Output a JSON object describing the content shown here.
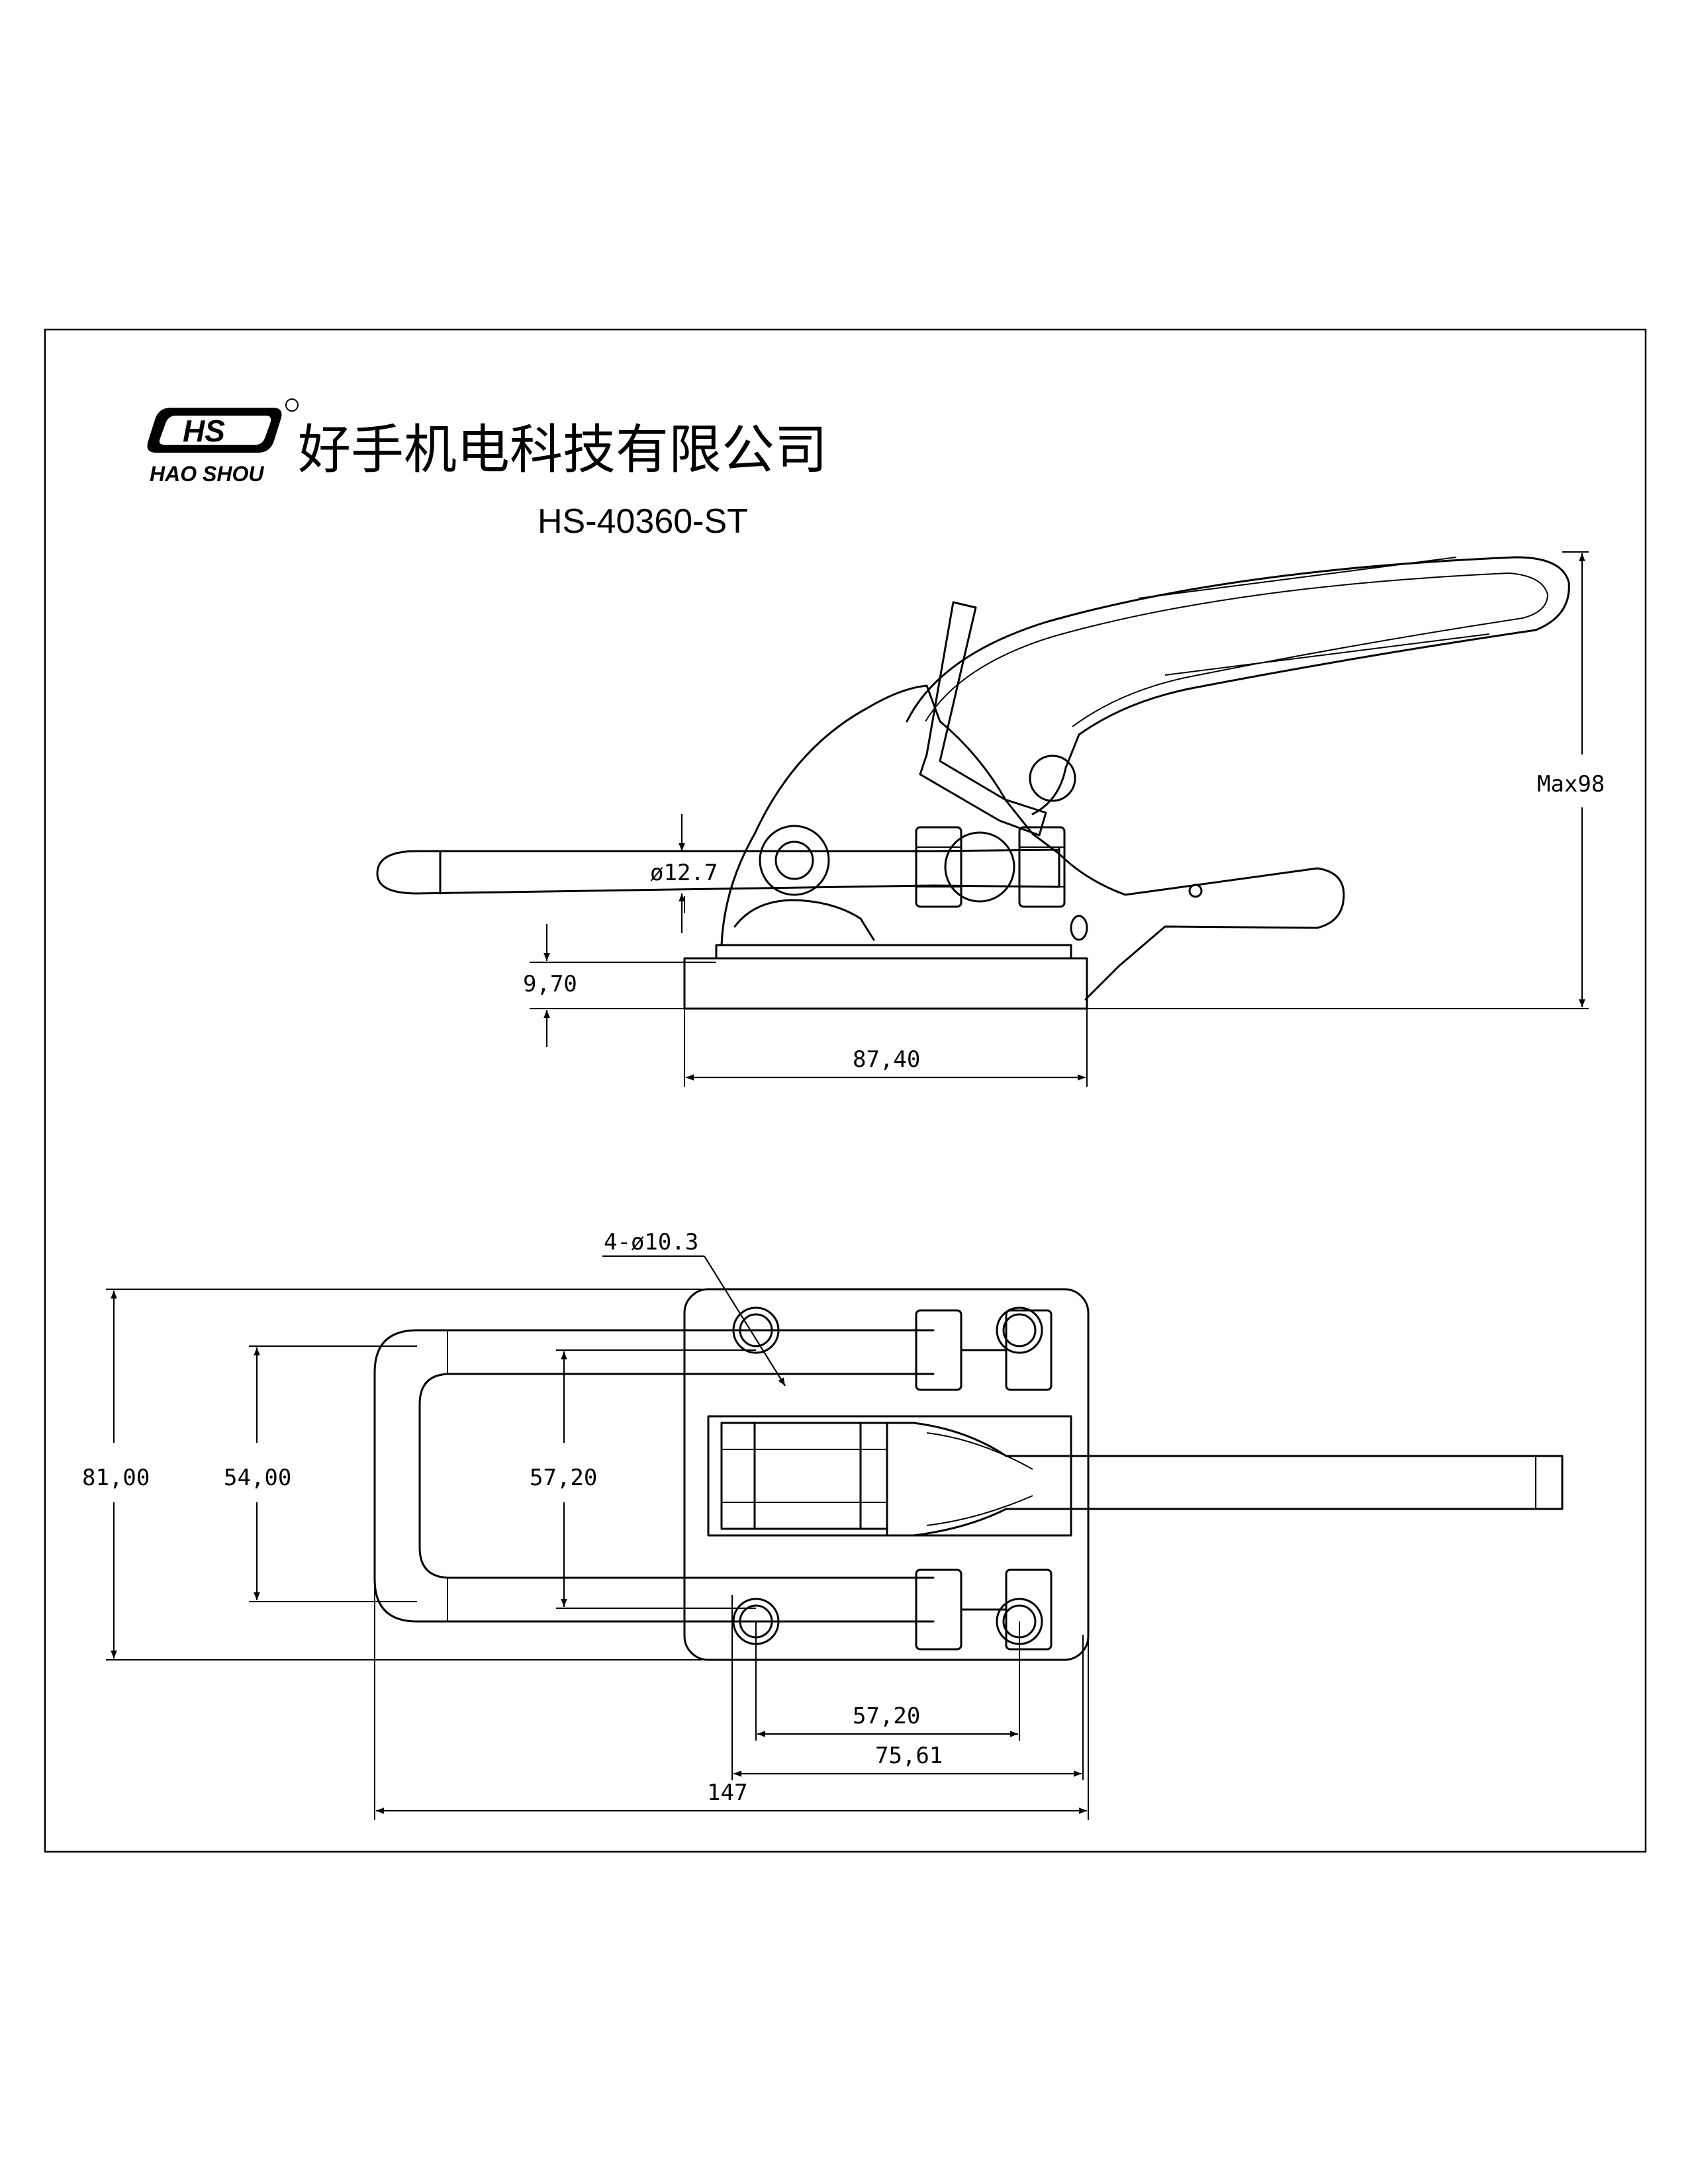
{
  "title": {
    "company_name": "好手机电科技有限公司",
    "model": "HS-40360-ST"
  },
  "logo": {
    "mark": "HS",
    "brand": "HAO SHOU",
    "registered": "®"
  },
  "side_view": {
    "dims": {
      "rod_diameter": "ø12.7",
      "max_height": "Max98",
      "base_thickness": "9,70",
      "base_length": "87,40"
    }
  },
  "top_view": {
    "dims": {
      "holes": "4-ø10.3",
      "overall_width": "81,00",
      "loop_width": "54,00",
      "hole_spacing_y": "57,20",
      "hole_spacing_x": "57,20",
      "base_span": "75,61",
      "overall_length": "147"
    }
  }
}
